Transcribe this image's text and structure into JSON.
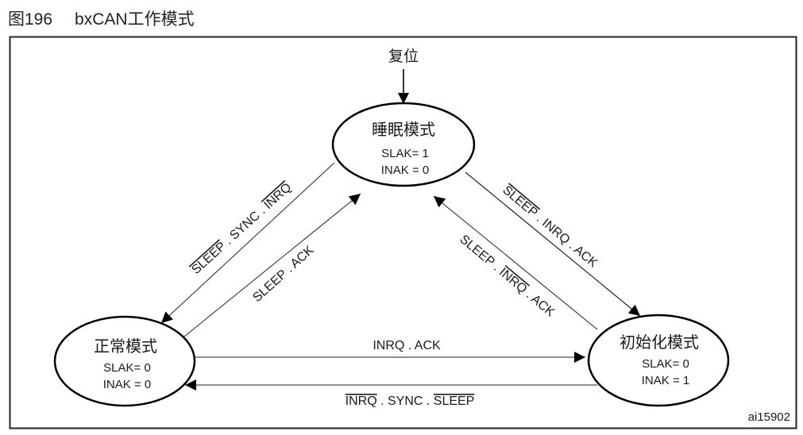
{
  "caption": {
    "figure_number": "图196",
    "title": "bxCAN工作模式"
  },
  "reset_label": "复位",
  "states": {
    "sleep": {
      "name": "睡眠模式",
      "slak": "SLAK= 1",
      "inak": "INAK = 0"
    },
    "normal": {
      "name": "正常模式",
      "slak": "SLAK= 0",
      "inak": "INAK = 0"
    },
    "init": {
      "name": "初始化模式",
      "slak": "SLAK= 0",
      "inak": "INAK = 1"
    }
  },
  "transitions": {
    "sleep_to_normal": {
      "parts": [
        "SLEEP",
        " . SYNC . ",
        "INRQ"
      ],
      "overlined": [
        true,
        false,
        true
      ]
    },
    "normal_to_sleep": {
      "parts": [
        "SLEEP . ACK"
      ],
      "overlined": [
        false
      ]
    },
    "sleep_to_init": {
      "parts": [
        "SLEEP",
        " . INRQ . ACK"
      ],
      "overlined": [
        true,
        false
      ]
    },
    "init_to_sleep": {
      "parts": [
        "SLEEP . ",
        "INRQ",
        " . ACK"
      ],
      "overlined": [
        false,
        true,
        false
      ]
    },
    "normal_to_init": {
      "parts": [
        "INRQ . ACK"
      ],
      "overlined": [
        false
      ]
    },
    "init_to_normal": {
      "parts": [
        "INRQ",
        " . SYNC . ",
        "SLEEP"
      ],
      "overlined": [
        true,
        false,
        true
      ]
    }
  },
  "figure_id": "ai15902"
}
